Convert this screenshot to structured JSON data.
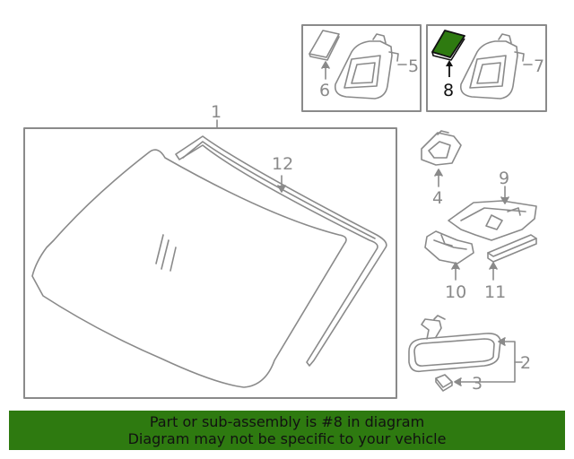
{
  "callouts": {
    "c1": "1",
    "c2": "2",
    "c3": "3",
    "c4": "4",
    "c5": "5",
    "c6": "6",
    "c7": "7",
    "c8": "8",
    "c9": "9",
    "c10": "10",
    "c11": "11",
    "c12": "12"
  },
  "highlighted_part": "8",
  "banner": {
    "line1": "Part or sub-assembly is #8 in diagram",
    "line2": "Diagram may not be specific to your vehicle"
  },
  "colors": {
    "highlight_fill": "#2e7a10",
    "banner_bg": "#2e7a10",
    "line": "#8a8a8a"
  }
}
